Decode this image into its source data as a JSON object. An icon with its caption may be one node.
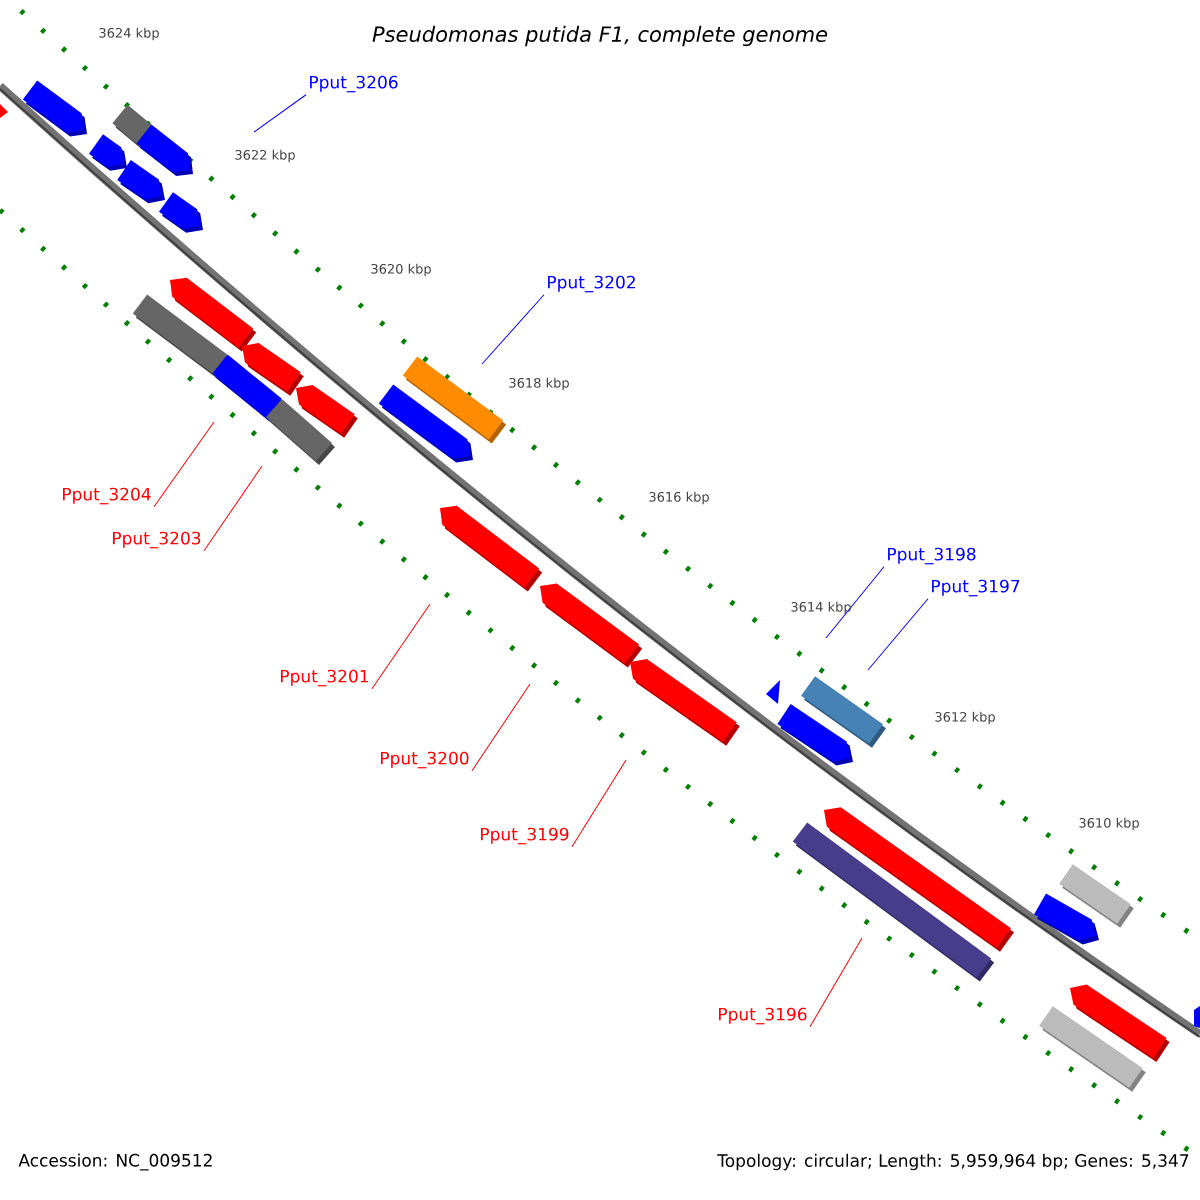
{
  "diagram": {
    "title": "Pseudomonas putida F1, complete genome",
    "nodes": [
      {
        "text": [
          "Pput_3206"
        ]
      },
      {
        "text": [
          "Pput_3202"
        ]
      },
      {
        "text": [
          "Pput_3198"
        ]
      },
      {
        "text": [
          "Pput_3197"
        ]
      },
      {
        "text": [
          "Pput_3204"
        ]
      },
      {
        "text": [
          "Pput_3203"
        ]
      },
      {
        "text": [
          "Pput_3201"
        ]
      },
      {
        "text": [
          "Pput_3200"
        ]
      },
      {
        "text": [
          "Pput_3199"
        ]
      },
      {
        "text": [
          "Pput_3196"
        ]
      }
    ],
    "edges": [
      {
        "from": 0,
        "to": null,
        "arrow": "none",
        "color": "#0000ff"
      },
      {
        "from": 1,
        "to": null,
        "arrow": "none",
        "color": "#0000ff"
      },
      {
        "from": 2,
        "to": null,
        "arrow": "none",
        "color": "#0000ff"
      },
      {
        "from": 3,
        "to": null,
        "arrow": "none",
        "color": "#0000ff"
      },
      {
        "from": 4,
        "to": null,
        "arrow": "none"
      },
      {
        "from": 5,
        "to": null,
        "arrow": "none"
      },
      {
        "from": 6,
        "to": null,
        "arrow": "none"
      },
      {
        "from": 7,
        "to": null,
        "arrow": "none"
      },
      {
        "from": 8,
        "to": null,
        "arrow": "none"
      },
      {
        "from": 9,
        "to": null,
        "arrow": "none"
      }
    ],
    "labels": [
      "3624 kbp",
      "3622 kbp",
      "3620 kbp",
      "3618 kbp",
      "3616 kbp",
      "3614 kbp",
      "3612 kbp",
      "3610 kbp",
      "Accession: NC_009512",
      "Topology: circular; Length: 5,959,964 bp; Genes: 5,347"
    ]
  }
}
